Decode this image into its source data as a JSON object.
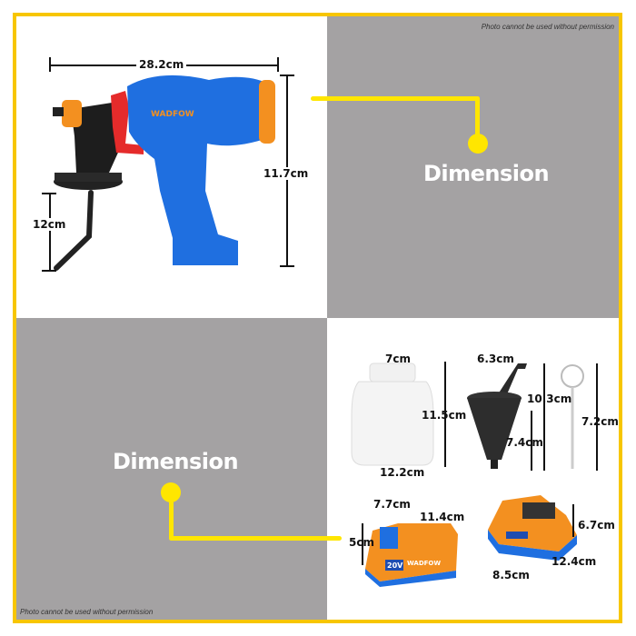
{
  "notices": {
    "top_right": "Photo cannot be used without permission",
    "bottom_left": "Photo cannot be used without permission"
  },
  "panels": {
    "top_right": {
      "title": "Dimension"
    },
    "bottom_left": {
      "title": "Dimension"
    }
  },
  "spray_gun": {
    "brand": "WADFOW",
    "width": "28.2cm",
    "height": "11.7cm",
    "intake_height": "12cm"
  },
  "accessories": {
    "container": {
      "top_width": "7cm",
      "height": "11.5cm",
      "bottom_width": "12.2cm"
    },
    "funnel": {
      "width": "6.3cm",
      "total_height": "10.3cm",
      "cup_height": "7.4cm"
    },
    "stirrer": {
      "height": "7.2cm"
    },
    "battery": {
      "depth": "7.7cm",
      "length": "11.4cm",
      "height": "5cm",
      "voltage": "20V",
      "brand": "WADFOW"
    },
    "charger": {
      "height": "6.7cm",
      "length": "12.4cm",
      "width": "8.5cm"
    }
  },
  "colors": {
    "border": "#f7c600",
    "accent_yellow": "#ffe600",
    "panel_gray": "#a4a2a3",
    "gun_blue": "#1f6fe0",
    "orange": "#f39020"
  }
}
